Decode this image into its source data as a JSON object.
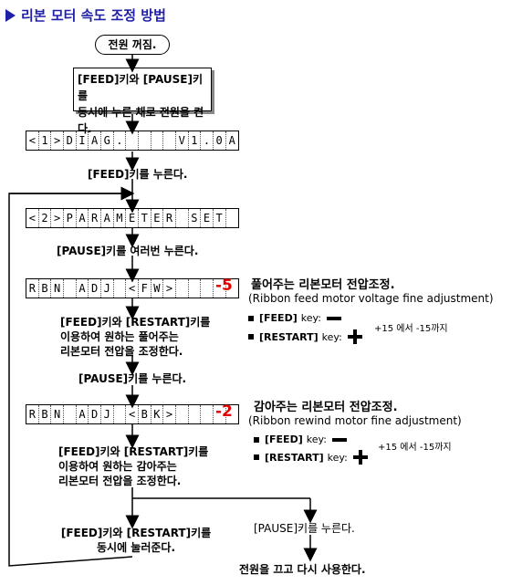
{
  "title": "리본 모터 속도 조정 방법",
  "start": "전원 꺼짐.",
  "box1": [
    "[FEED]키와 [PAUSE]키를",
    "동시에 누른 채로 전원을 켠다."
  ],
  "lcd1": [
    "<",
    "1",
    ">",
    "D",
    "I",
    "A",
    "G",
    ".",
    "",
    "",
    "",
    "",
    "V",
    "1",
    ".",
    "0",
    "A"
  ],
  "step1": "[FEED]키를 누른다.",
  "lcd2": [
    "<",
    "2",
    ">",
    "P",
    "A",
    "R",
    "A",
    "M",
    "E",
    "T",
    "E",
    "R",
    "",
    "S",
    "E",
    "T",
    ""
  ],
  "step2": "[PAUSE]키를 여러번 누른다.",
  "lcd3": [
    "R",
    "B",
    "N",
    "",
    "A",
    "D",
    "J",
    "",
    "<",
    "F",
    "W",
    ">",
    "",
    "",
    "",
    "",
    ""
  ],
  "lcd3_value": "-5",
  "feed_title": "풀어주는 리본모터 전압조정.",
  "feed_sub": "(Ribbon feed motor voltage fine adjustment)",
  "feed_key": "[FEED]",
  "restart_key": "[RESTART]",
  "key_word": "key:",
  "range_text": "+15 에서 -15까지",
  "proc1": [
    "[FEED]키와 [RESTART]키를",
    "이용하여 원하는 풀어주는",
    "리본모터 전압을 조정한다."
  ],
  "step3": "[PAUSE]키를 누른다.",
  "lcd4": [
    "R",
    "B",
    "N",
    "",
    "A",
    "D",
    "J",
    "",
    "<",
    "B",
    "K",
    ">",
    "",
    "",
    "",
    "",
    ""
  ],
  "lcd4_value": "-2",
  "rewind_title": "감아주는 리본모터 전압조정.",
  "rewind_sub": "(Ribbon rewind motor fine adjustment)",
  "proc2": [
    "[FEED]키와 [RESTART]키를",
    "이용하여 원하는 감아주는",
    "리본모터 전압을 조정한다."
  ],
  "branch_left": [
    "[FEED]키와 [RESTART]키를",
    "동시에 눌러준다."
  ],
  "branch_right": "[PAUSE]키를 누른다.",
  "end": "전원을 끄고 다시 사용한다.",
  "colors": {
    "title": "#1f1fa8",
    "value": "#e00000"
  }
}
